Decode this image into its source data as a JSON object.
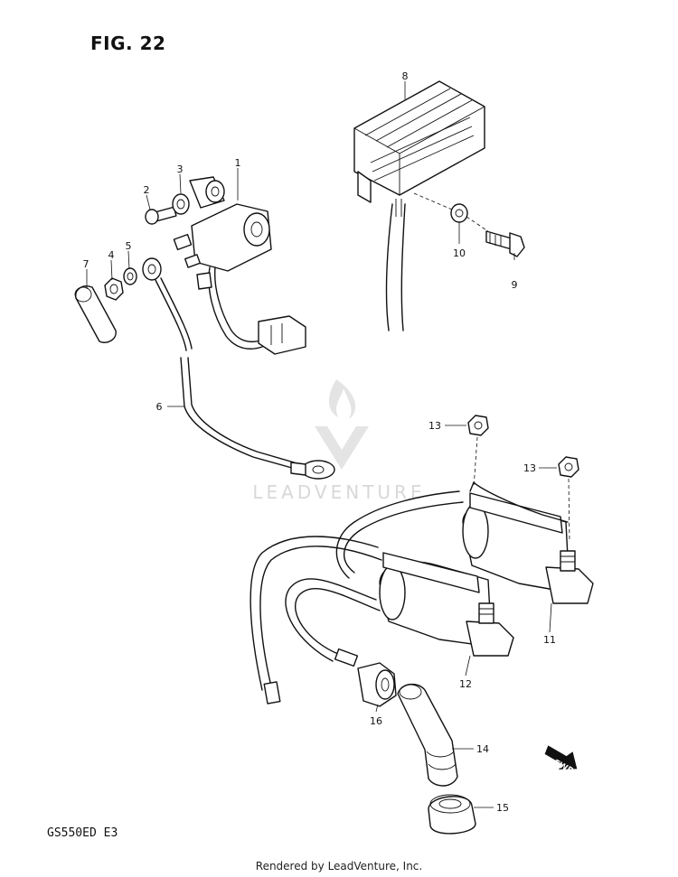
{
  "figure_title": "FIG. 22",
  "model_code": "GS550ED  E3",
  "footer": "Rendered by LeadVenture, Inc.",
  "watermark": "LEADVENTURE",
  "forward_badge": "FWD",
  "callouts": [
    "1",
    "2",
    "3",
    "4",
    "5",
    "6",
    "7",
    "8",
    "9",
    "10",
    "11",
    "12",
    "13",
    "13",
    "14",
    "15",
    "16"
  ]
}
